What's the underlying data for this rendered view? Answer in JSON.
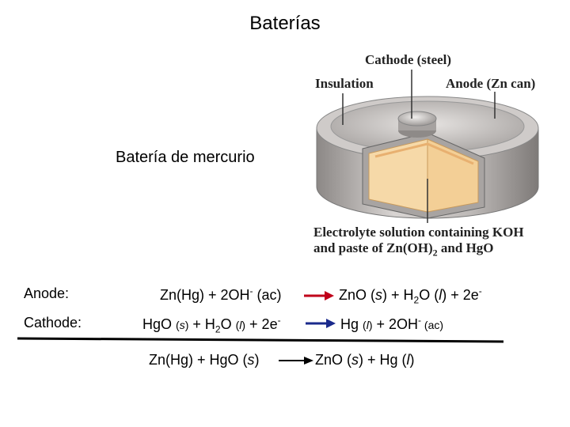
{
  "title": "Baterías",
  "subtitle": "Batería de mercurio",
  "figure": {
    "labels": {
      "cathode": "Cathode (steel)",
      "insulation": "Insulation",
      "anode": "Anode (Zn can)",
      "electrolyte_line1": "Electrolyte solution containing KOH",
      "electrolyte_line2_pre": "and paste of Zn(OH)",
      "electrolyte_line2_sub": "2",
      "electrolyte_line2_post": " and HgO"
    }
  },
  "reactions": {
    "anode": {
      "label": "Anode:",
      "left_pre": "Zn(Hg) + 2OH",
      "left_sup": "-",
      "left_post": " (ac)",
      "right_pre": "ZnO (",
      "right_s": "s",
      "right_mid": ") + H",
      "right_sub": "2",
      "right_mid2": "O (",
      "right_l": "l",
      "right_post": ") + 2e",
      "right_sup": "-"
    },
    "cathode": {
      "label": "Cathode:",
      "left_pre": "HgO ",
      "left_s1": "(",
      "left_s": "s",
      "left_s2": ")",
      "left_mid": " + H",
      "left_sub": "2",
      "left_mid2": "O ",
      "left_l1": "(",
      "left_l": "l",
      "left_l2": ")",
      "left_post": " + 2e",
      "left_sup": "-",
      "right_pre": "Hg ",
      "right_l1": "(",
      "right_l": "l",
      "right_l2": ")",
      "right_mid": " + 2OH",
      "right_sup": "-",
      "right_post": " (ac)"
    },
    "overall": {
      "left_pre": "Zn(Hg) + HgO (",
      "left_s": "s",
      "left_post": ")",
      "right_pre": "ZnO (",
      "right_s": "s",
      "right_mid": ") + Hg (",
      "right_l": "l",
      "right_post": ")"
    }
  },
  "colors": {
    "arrow_red": "#c0001a",
    "arrow_blue": "#1a2a8c",
    "arrow_black": "#000000",
    "paste": "#f6d9a8",
    "steel": "#b8b4b2"
  }
}
